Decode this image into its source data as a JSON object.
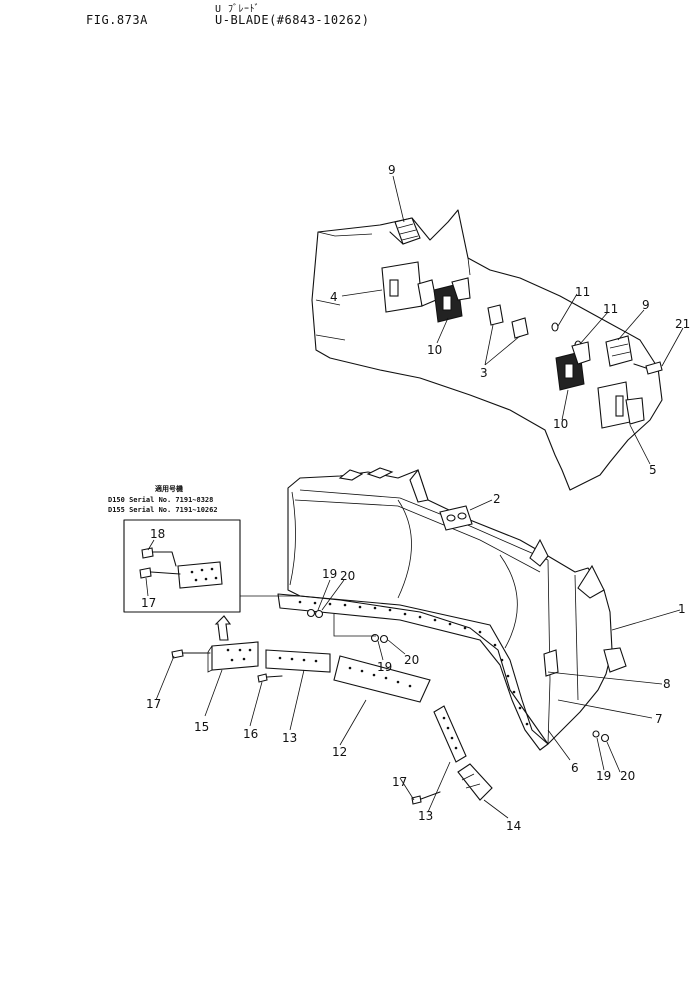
{
  "header": {
    "fig_number": "FIG.873A",
    "title_jp": "U ﾌﾞﾚｰﾄﾞ",
    "title": "U-BLADE(#6843-10262)"
  },
  "serial_box": {
    "heading": "適用号機",
    "lines": [
      "D150 Serial No. 7191~8328",
      "D155 Serial No. 7191~10262"
    ],
    "callouts": [
      "18",
      "17"
    ]
  },
  "callouts": {
    "upper": [
      "9",
      "4",
      "10",
      "3",
      "11",
      "11",
      "9",
      "21",
      "10",
      "5"
    ],
    "lower": [
      "2",
      "1",
      "19",
      "20",
      "19",
      "20",
      "8",
      "7",
      "6",
      "19",
      "20",
      "17",
      "15",
      "16",
      "13",
      "12",
      "17",
      "13",
      "14"
    ]
  }
}
